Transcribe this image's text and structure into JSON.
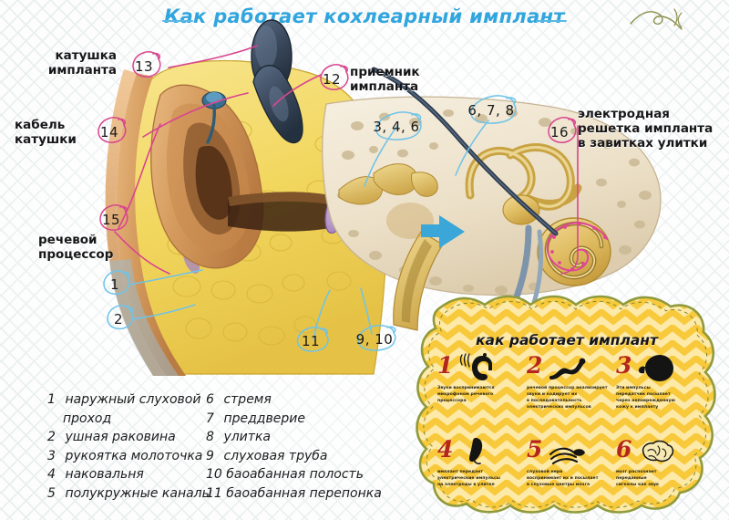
{
  "title": "Как работает кохлеарный имплант",
  "colors": {
    "title": "#31a5dd",
    "magenta_callout": "#d9458f",
    "blue_callout": "#6fc3e8",
    "panel_yellow": "#f8d046",
    "panel_yellow_light": "#fde9a8",
    "panel_border_green": "#8f9a3c",
    "step_number_red": "#b4261d",
    "background": "#fdfdfd"
  },
  "labels": [
    {
      "id": "coil-implant",
      "number": "13",
      "text": "катушка\nимпланта",
      "color": "magenta"
    },
    {
      "id": "coil-cable",
      "number": "14",
      "text": "кабель\nкатушки",
      "color": "magenta"
    },
    {
      "id": "speech-proc",
      "number": "15",
      "text": "речевой\nпроцессор",
      "color": "magenta"
    },
    {
      "id": "receiver",
      "number": "12",
      "text": "приемник\nимпланта",
      "color": "magenta"
    },
    {
      "id": "electrode-array",
      "number": "16",
      "text": "электродная\nрешетка импланта\nв завитках улитки",
      "color": "magenta"
    }
  ],
  "label_texts": {
    "coil_implant_l1": "катушка",
    "coil_implant_l2": "импланта",
    "coil_cable_l1": "кабель",
    "coil_cable_l2": "катушки",
    "speech_proc_l1": "речевой",
    "speech_proc_l2": "процессор",
    "receiver_l1": "приемник",
    "receiver_l2": "импланта",
    "electrode_l1": "электродная",
    "electrode_l2": "решетка импланта",
    "electrode_l3": "в завитках улитки"
  },
  "callouts": {
    "n13": "13",
    "n14": "14",
    "n15": "15",
    "n12": "12",
    "n16": "16",
    "n1": "1",
    "n2": "2",
    "n346": "3, 4, 6",
    "n678": "6, 7, 8",
    "n11": "11",
    "n910": "9, 10"
  },
  "legend": {
    "column1": [
      {
        "num": "1",
        "text": "наружный слуховой",
        "cont": "проход"
      },
      {
        "num": "2",
        "text": "ушная раковина"
      },
      {
        "num": "3",
        "text": "рукоятка молоточка"
      },
      {
        "num": "4",
        "text": "наковальня"
      },
      {
        "num": "5",
        "text": "полукружные каналы"
      }
    ],
    "column2": [
      {
        "num": "6",
        "text": "стремя"
      },
      {
        "num": "7",
        "text": "преддверие"
      },
      {
        "num": "8",
        "text": "улитка"
      },
      {
        "num": "9",
        "text": "слуховая труба"
      },
      {
        "num": "10",
        "text": "баоабанная полость"
      },
      {
        "num": "11",
        "text": "баоабанная перепонка"
      }
    ]
  },
  "panel": {
    "title": "как работает имплант",
    "steps": [
      {
        "num": "1",
        "icon": "microphone-processor-icon",
        "lines": [
          "Звуки воспринимаются",
          "микрофоном речевого",
          "процессора"
        ]
      },
      {
        "num": "2",
        "icon": "speech-processor-icon",
        "lines": [
          "речевой процессор анализирует",
          "звуки и кодирует их",
          "в последовательность",
          "электрических импульсов"
        ]
      },
      {
        "num": "3",
        "icon": "transmitter-icon",
        "lines": [
          "Эти импульсы",
          "передатчик посылает",
          "через неповрежденную",
          "кожу к импланту"
        ]
      },
      {
        "num": "4",
        "icon": "implant-icon",
        "lines": [
          "имплант передает",
          "электрические импульсы",
          "на электроды в улитке"
        ]
      },
      {
        "num": "5",
        "icon": "auditory-nerve-icon",
        "lines": [
          "слуховой нерв",
          "воспринимает их и посылает",
          "в слуховые центры мозга"
        ]
      },
      {
        "num": "6",
        "icon": "brain-icon",
        "lines": [
          "мозг распознает",
          "переданные",
          "сигналы как звук"
        ]
      }
    ]
  }
}
